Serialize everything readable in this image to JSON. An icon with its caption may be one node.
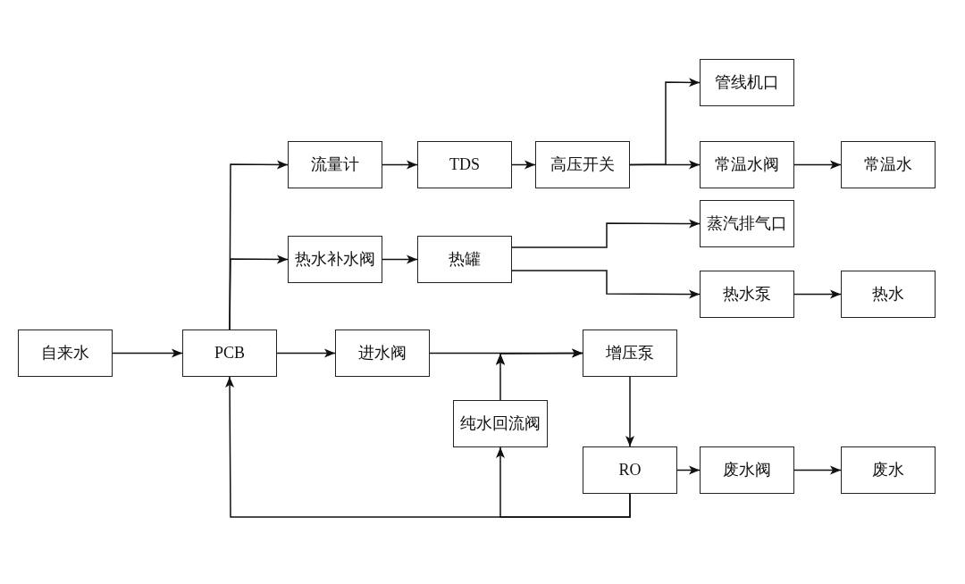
{
  "diagram": {
    "nodes": [
      {
        "text": [
          "自来水"
        ]
      },
      {
        "text": [
          "PCB"
        ]
      },
      {
        "text": [
          "流量计"
        ]
      },
      {
        "text": [
          "TDS"
        ]
      },
      {
        "text": [
          "高压开关"
        ]
      },
      {
        "text": [
          "管线机口"
        ]
      },
      {
        "text": [
          "常温水阀"
        ]
      },
      {
        "text": [
          "常温水"
        ]
      },
      {
        "text": [
          "热水补水阀"
        ]
      },
      {
        "text": [
          "热罐"
        ]
      },
      {
        "text": [
          "蒸汽排气口"
        ]
      },
      {
        "text": [
          "热水泵"
        ]
      },
      {
        "text": [
          "热水"
        ]
      },
      {
        "text": [
          "进水阀"
        ]
      },
      {
        "text": [
          "增压泵"
        ]
      },
      {
        "text": [
          "纯水回流阀"
        ]
      },
      {
        "text": [
          "RO"
        ]
      },
      {
        "text": [
          "废水阀"
        ]
      },
      {
        "text": [
          "废水"
        ]
      }
    ],
    "edges": [
      {
        "from": 0,
        "to": 1,
        "arrow": "to"
      },
      {
        "from": 1,
        "to": 2,
        "arrow": "to"
      },
      {
        "from": 1,
        "to": 8,
        "arrow": "to"
      },
      {
        "from": 2,
        "to": 3,
        "arrow": "to"
      },
      {
        "from": 3,
        "to": 4,
        "arrow": "to"
      },
      {
        "from": 4,
        "to": 5,
        "arrow": "to"
      },
      {
        "from": 4,
        "to": 6,
        "arrow": "to"
      },
      {
        "from": 6,
        "to": 7,
        "arrow": "to"
      },
      {
        "from": 8,
        "to": 9,
        "arrow": "to"
      },
      {
        "from": 9,
        "to": 10,
        "arrow": "to"
      },
      {
        "from": 9,
        "to": 11,
        "arrow": "to"
      },
      {
        "from": 11,
        "to": 12,
        "arrow": "to"
      },
      {
        "from": 1,
        "to": 13,
        "arrow": "to"
      },
      {
        "from": 13,
        "to": 14,
        "arrow": "to"
      },
      {
        "from": 15,
        "to": 14,
        "arrow": "to"
      },
      {
        "from": 14,
        "to": 16,
        "arrow": "to"
      },
      {
        "from": 16,
        "to": 17,
        "arrow": "to"
      },
      {
        "from": 17,
        "to": 18,
        "arrow": "to"
      },
      {
        "from": 16,
        "to": 1,
        "arrow": "to"
      },
      {
        "from": 16,
        "to": 15,
        "arrow": "to"
      }
    ]
  }
}
